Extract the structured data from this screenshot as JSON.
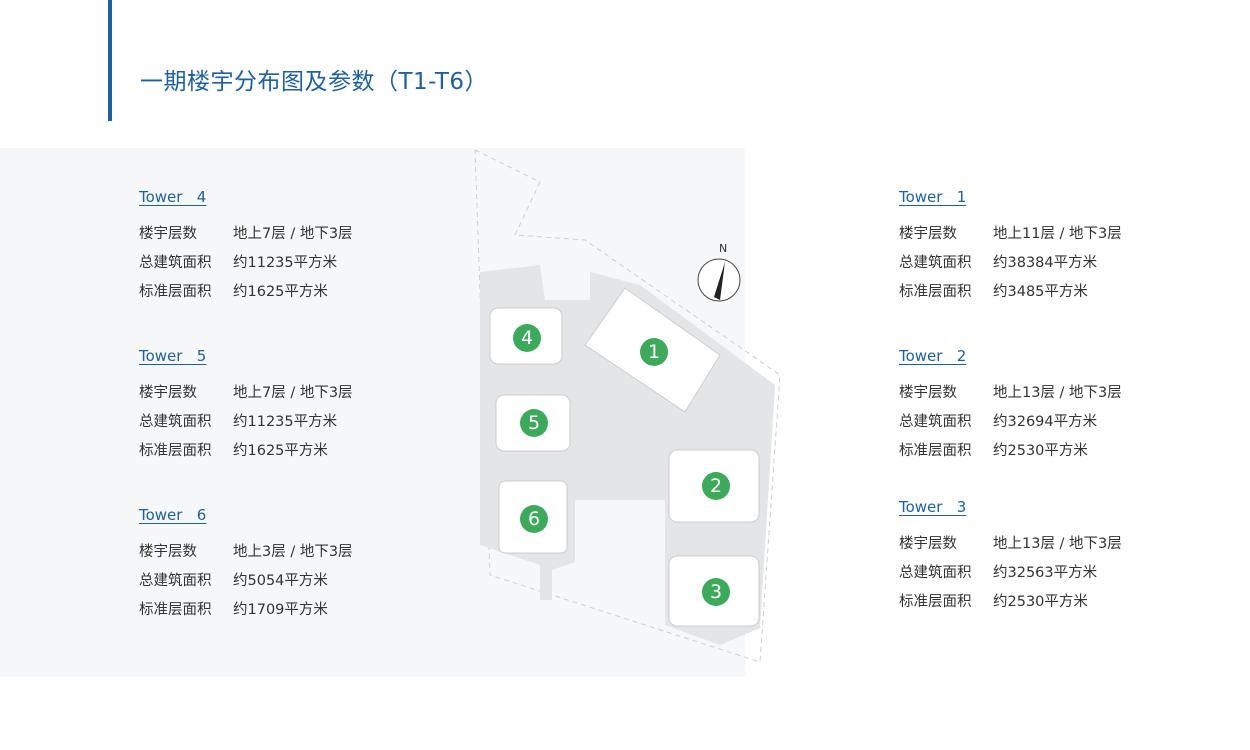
{
  "title": "一期楼宇分布图及参数（T1-T6）",
  "labels": {
    "floors": "楼宇层数",
    "total_area": "总建筑面积",
    "floor_area": "标准层面积"
  },
  "compass": "N",
  "towers": [
    {
      "name": "Tower   4",
      "floors": "地上7层 / 地下3层",
      "total_area": "约11235平方米",
      "floor_area": "约1625平方米"
    },
    {
      "name": "Tower   5",
      "floors": "地上7层 / 地下3层",
      "total_area": "约11235平方米",
      "floor_area": "约1625平方米"
    },
    {
      "name": "Tower   6",
      "floors": "地上3层 / 地下3层",
      "total_area": "约5054平方米",
      "floor_area": "约1709平方米"
    },
    {
      "name": "Tower   1",
      "floors": "地上11层 / 地下3层",
      "total_area": "约38384平方米",
      "floor_area": "约3485平方米"
    },
    {
      "name": "Tower   2",
      "floors": "地上13层 / 地下3层",
      "total_area": "约32694平方米",
      "floor_area": "约2530平方米"
    },
    {
      "name": "Tower   3",
      "floors": "地上13层 / 地下3层",
      "total_area": "约32563平方米",
      "floor_area": "约2530平方米"
    }
  ],
  "map_labels": [
    "1",
    "2",
    "3",
    "4",
    "5",
    "6"
  ],
  "colors": {
    "accent": "#1f5f9e",
    "marker": "#3daa5b"
  }
}
